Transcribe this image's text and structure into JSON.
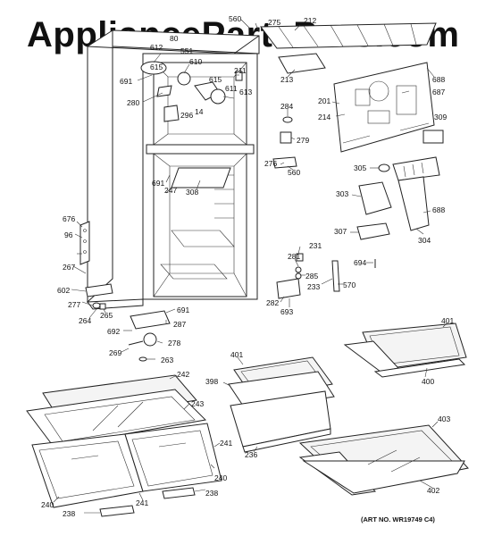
{
  "watermark": "AppliancePartsPros.com",
  "art_number": "(ART NO. WR19749 C4)",
  "callouts": [
    "560",
    "275",
    "212",
    "80",
    "612",
    "551",
    "615",
    "610",
    "691",
    "211",
    "615",
    "611",
    "613",
    "280",
    "296",
    "14",
    "213",
    "201",
    "688",
    "687",
    "214",
    "309",
    "284",
    "279",
    "276",
    "560",
    "305",
    "691",
    "247",
    "308",
    "303",
    "688",
    "676",
    "96",
    "267",
    "304",
    "307",
    "231",
    "281",
    "285",
    "694",
    "233",
    "570",
    "602",
    "277",
    "264",
    "265",
    "282",
    "693",
    "691",
    "287",
    "692",
    "278",
    "269",
    "263",
    "401",
    "401",
    "242",
    "398",
    "400",
    "243",
    "241",
    "240",
    "236",
    "403",
    "240",
    "241",
    "238",
    "402",
    "238"
  ]
}
